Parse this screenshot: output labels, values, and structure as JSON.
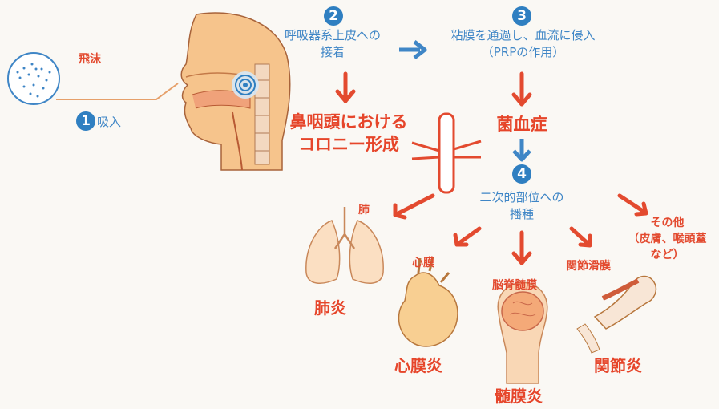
{
  "droplet": {
    "label": "飛沫"
  },
  "steps": [
    {
      "num": "1",
      "label": "吸入"
    },
    {
      "num": "2",
      "label_line1": "呼吸器系上皮への",
      "label_line2": "接着"
    },
    {
      "num": "3",
      "label_line1": "粘膜を通過し、血流に侵入",
      "label_line2": "（PRPの作用）"
    },
    {
      "num": "4",
      "label_line1": "二次的部位への",
      "label_line2": "播種"
    }
  ],
  "colony": {
    "line1": "鼻咽頭における",
    "line2": "コロニー形成"
  },
  "bacteremia": {
    "label": "菌血症"
  },
  "sites": {
    "lung": {
      "organ": "肺",
      "disease": "肺炎"
    },
    "heart": {
      "organ": "心膜",
      "disease": "心膜炎"
    },
    "brain": {
      "organ": "脳脊髄膜",
      "disease": "髄膜炎"
    },
    "joint": {
      "organ": "関節滑膜",
      "disease": "関節炎"
    },
    "other": {
      "line1": "その他",
      "line2": "（皮膚、喉頭蓋",
      "line3": "など）"
    }
  },
  "colors": {
    "blue": "#3f86c6",
    "red": "#e34a2f",
    "skin": "#f6c48c"
  }
}
